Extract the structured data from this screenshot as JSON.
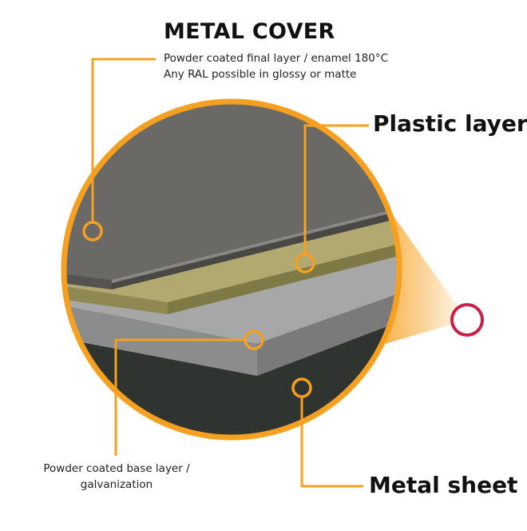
{
  "title": "METAL COVER",
  "metal_cover_note": {
    "line1": "Powder coated final layer / enamel 180°C",
    "line2": "Any RAL possible in glossy or matte"
  },
  "plastic_layer_label": "Plastic layer",
  "metal_sheet_label": "Metal sheet",
  "base_layer_note": {
    "line1": "Powder coated base layer /",
    "line2": "galvanization"
  },
  "colors": {
    "accent": "#F5A020",
    "marker_ring": "#C8204A",
    "top_cover": "#6b6966",
    "plastic": "#A8A068",
    "base_coat": "#9e9e9e",
    "metal_sheet": "#2e3330"
  }
}
